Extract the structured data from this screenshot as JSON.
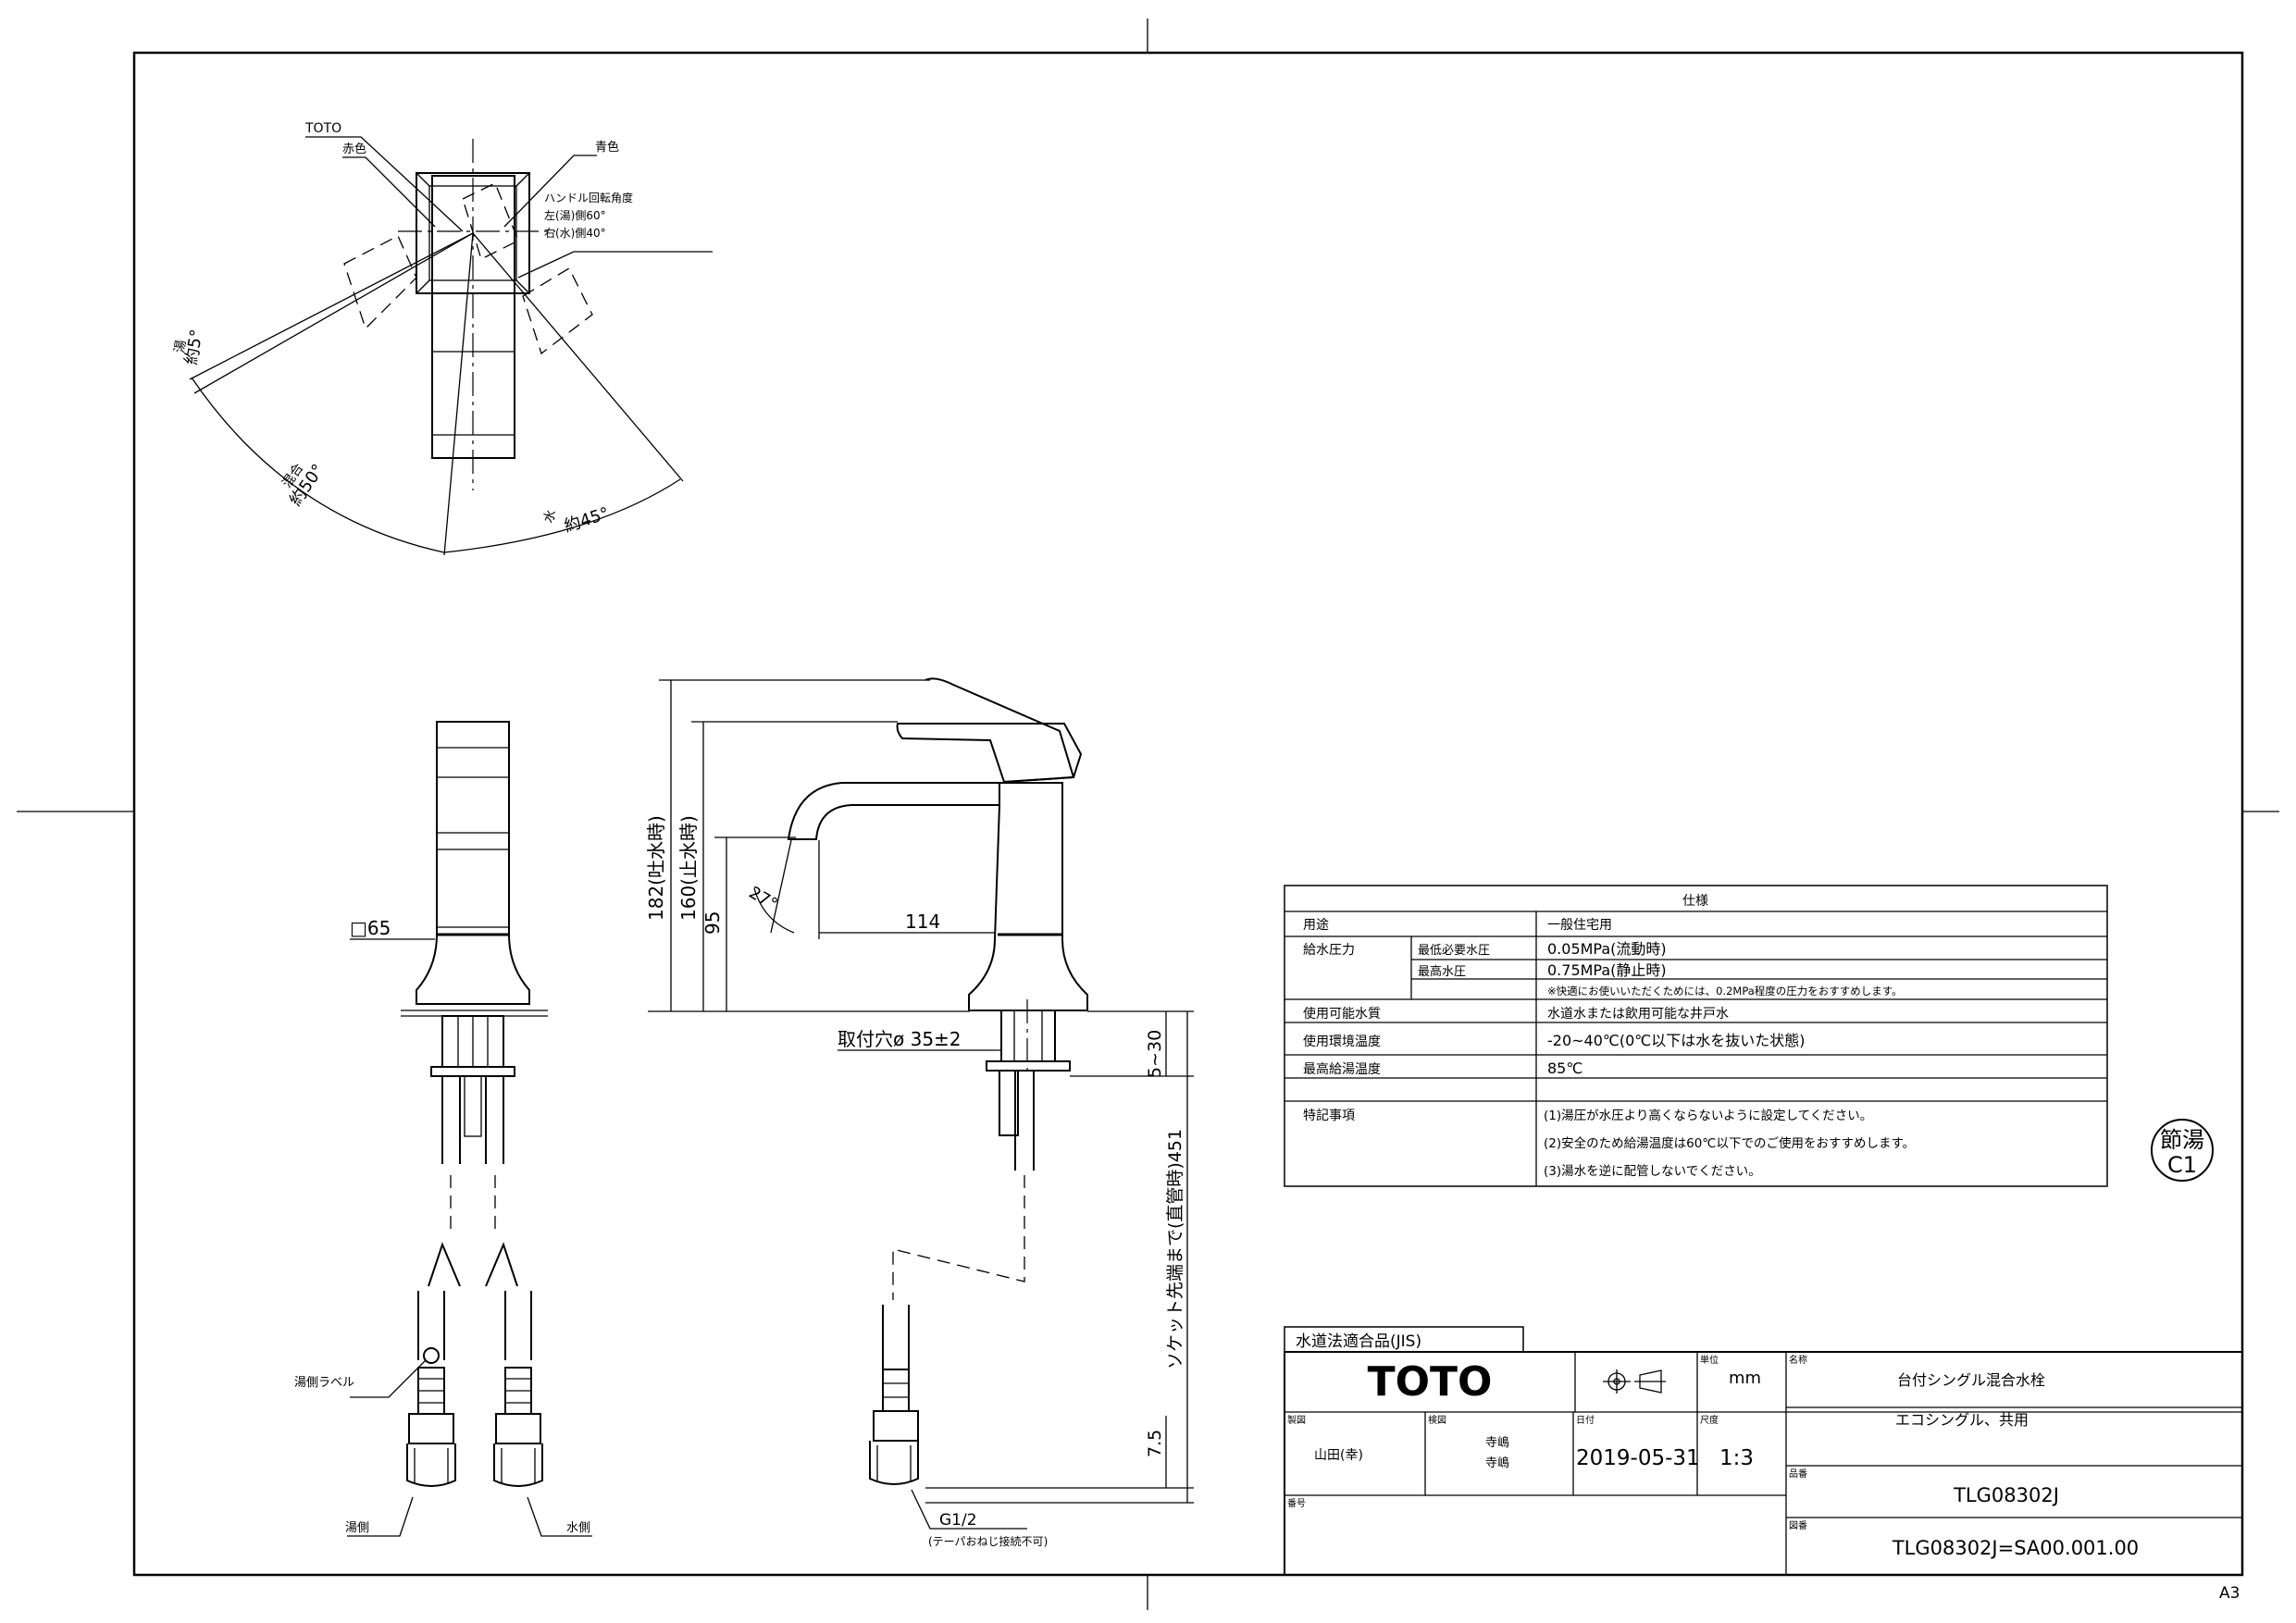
{
  "brand": "TOTO",
  "top_view": {
    "brand_label": "TOTO",
    "red_label": "赤色",
    "blue_label": "青色",
    "rotation_title": "ハンドル回転角度",
    "rotation_left": "左(湯)側60°",
    "rotation_right": "右(水)側40°",
    "angle_left_small": "約5°",
    "angle_left_small_sub": "湯",
    "angle_mix": "約50°",
    "angle_mix_sub": "混合",
    "angle_water": "約45°",
    "angle_water_sub": "水"
  },
  "front_view": {
    "square_dim": "□65",
    "hot_label": "湯側ラベル",
    "hot_side": "湯側",
    "water_side": "水側"
  },
  "side_view": {
    "dim_182": "182(吐水時)",
    "dim_160": "160(止水時)",
    "dim_95": "95",
    "dim_114": "114",
    "angle_27": "27°",
    "mount_hole": "取付穴ø 35±2",
    "dim_5_30": "5~30",
    "dim_451": "ソケット先端まで(直管時)451",
    "dim_7_5": "7.5",
    "thread": "G1/2",
    "thread_note": "(テーパおねじ接続不可)"
  },
  "spec_table": {
    "title": "仕様",
    "rows": [
      {
        "label": "用途",
        "sub": "",
        "value": "一般住宅用"
      },
      {
        "label": "給水圧力",
        "sub": "最低必要水圧",
        "value": "0.05MPa(流動時)"
      },
      {
        "label": "",
        "sub": "最高水圧",
        "value": "0.75MPa(静止時)"
      },
      {
        "label": "",
        "sub": "",
        "value": "※快適にお使いいただくためには、0.2MPa程度の圧力をおすすめします。"
      },
      {
        "label": "使用可能水質",
        "sub": "",
        "value": "水道水または飲用可能な井戸水"
      },
      {
        "label": "使用環境温度",
        "sub": "",
        "value": "-20~40℃(0℃以下は水を抜いた状態)"
      },
      {
        "label": "最高給湯温度",
        "sub": "",
        "value": "85℃"
      },
      {
        "label": "特記事項",
        "sub": "",
        "value": "(1)湯圧が水圧より高くならないように設定してください。"
      },
      {
        "label": "",
        "sub": "",
        "value": "(2)安全のため給湯温度は60℃以下でのご使用をおすすめします。"
      },
      {
        "label": "",
        "sub": "",
        "value": "(3)湯水を逆に配管しないでください。"
      }
    ]
  },
  "stamp": {
    "line1": "節湯",
    "line2": "C1"
  },
  "title_block": {
    "cert": "水道法適合品(JIS)",
    "unit_label": "単位",
    "unit": "mm",
    "name_label": "名称",
    "name1": "台付シングル混合水栓",
    "name2": "エコシングル、共用",
    "designer_label": "製図",
    "designer": "山田(幸)",
    "checker_label": "検図",
    "checker1": "寺嶋",
    "checker2": "寺嶋",
    "date_label": "日付",
    "date": "2019-05-31",
    "scale_label": "尺度",
    "scale": "1:3",
    "model_label": "品番",
    "model": "TLG08302J",
    "number_label": "番号",
    "drawing_no_label": "図番",
    "drawing_no": "TLG08302J=SA00.001.00"
  },
  "sheet_size": "A3"
}
